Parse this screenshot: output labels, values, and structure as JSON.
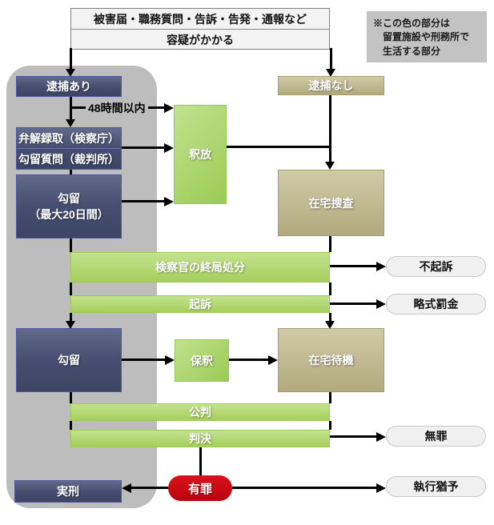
{
  "header": {
    "sources": "被害届・職務質問・告訴・告発・通報など",
    "suspicion": "容疑がかかる"
  },
  "note": {
    "lines": [
      "※この色の部分は",
      "留置施設や刑務所で",
      "生活する部分"
    ]
  },
  "labels": {
    "within48h": "48時間以内"
  },
  "nodes": {
    "arrest_yes": "逮捕あり",
    "arrest_no": "逮捕なし",
    "benkai_rokushu": "弁解録取（検察庁）",
    "koryu_shitsumon": "勾留質問（裁判所）",
    "detention_line1": "勾留",
    "detention_line2": "（最大20日間）",
    "release": "釈放",
    "home_investigation": "在宅捜査",
    "prosecutor_final_disposition": "検察官の終局処分",
    "non_indictment": "不起訴",
    "indictment": "起訴",
    "summary_fine": "略式罰金",
    "detention2": "勾留",
    "bail": "保釈",
    "home_standby": "在宅待機",
    "public_trial": "公判",
    "judgment": "判決",
    "not_guilty": "無罪",
    "guilty": "有罪",
    "prison_sentence": "実刑",
    "suspended_sentence": "執行猶予"
  },
  "colors": {
    "custody_zone_gray": "#bdbdbd",
    "navy_box": "#454e70",
    "navy_border": "#5055a0",
    "tan_box": "#b9b188",
    "green_box": "#a8d164",
    "guilty_red": "#c80811",
    "pill_bg": "#f0f0f0",
    "header_bg": "#f3f3f3"
  }
}
